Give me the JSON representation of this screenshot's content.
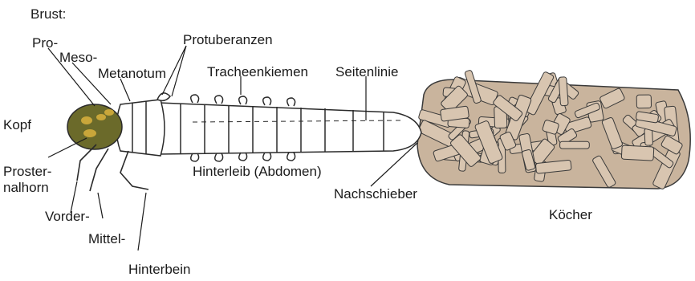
{
  "labels": {
    "brust": "Brust:",
    "pro": "Pro-",
    "meso": "Meso-",
    "metanotum": "Metanotum",
    "protuberanzen": "Protuberanzen",
    "tracheenkiemen": "Tracheenkiemen",
    "seitenlinie": "Seitenlinie",
    "kopf": "Kopf",
    "prosternalhorn_1": "Proster-",
    "prosternalhorn_2": "nalhorn",
    "vorder": "Vorder-",
    "mittel": "Mittel-",
    "hinterbein": "Hinterbein",
    "hinterleib": "Hinterleib (Abdomen)",
    "nachschieber": "Nachschieber",
    "koecher": "Köcher"
  },
  "colors": {
    "outline": "#2a2a2a",
    "head": "#6b6a2a",
    "head_spots": "#c9a63a",
    "case_fill": "#d8c5b0",
    "case_stroke": "#3a3a3a"
  }
}
